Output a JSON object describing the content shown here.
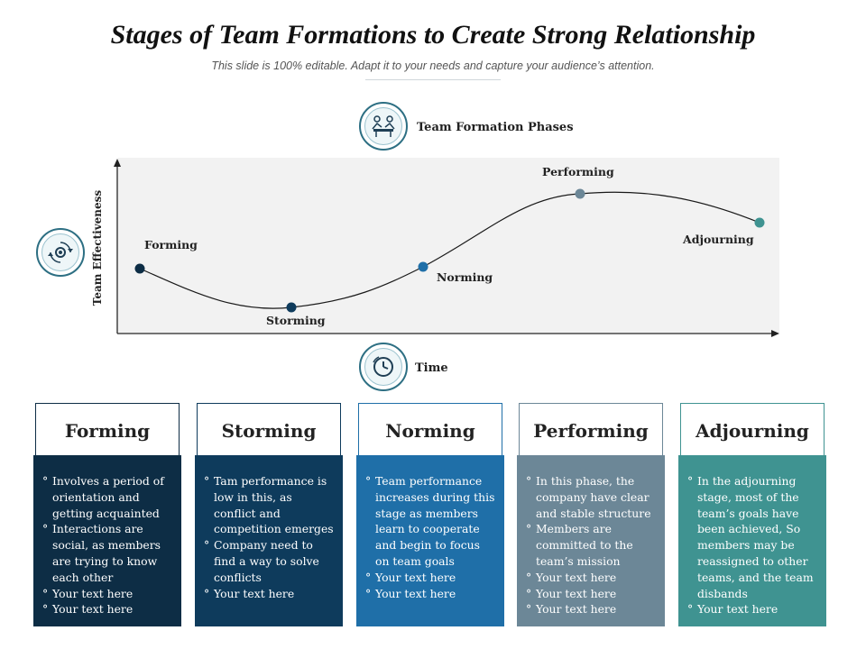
{
  "header": {
    "title": "Stages of Team Formations to Create Strong Relationship",
    "subtitle": "This slide is 100% editable. Adapt it to your needs and capture your audience’s attention."
  },
  "diagram": {
    "phases_label": "Team Formation Phases",
    "y_axis_label": "Team Effectiveness",
    "x_axis_label": "Time",
    "icons": {
      "phases": "team-meeting-icon",
      "y_axis": "gears-cycle-icon",
      "x_axis": "clock-icon"
    },
    "points": [
      {
        "label": "Forming",
        "color": "#0d2d45"
      },
      {
        "label": "Storming",
        "color": "#0e3b5c"
      },
      {
        "label": "Norming",
        "color": "#1f6fa8"
      },
      {
        "label": "Performing",
        "color": "#6c8797"
      },
      {
        "label": "Adjourning",
        "color": "#3f9391"
      }
    ]
  },
  "cards": [
    {
      "title": "Forming",
      "color": "#0d2d45",
      "bullets": [
        "Involves a period of orientation and getting acquainted",
        "Interactions are social, as members are trying to know each other",
        "Your text here",
        "Your text here"
      ]
    },
    {
      "title": "Storming",
      "color": "#0e3b5c",
      "bullets": [
        "Tam performance is low in this, as conflict and competition emerges",
        "Company need to find a way to solve conflicts",
        "Your text here"
      ]
    },
    {
      "title": "Norming",
      "color": "#1f6fa8",
      "bullets": [
        "Team performance increases during this stage as members learn to cooperate and begin to focus on team goals",
        "Your text here",
        "Your text here"
      ]
    },
    {
      "title": "Performing",
      "color": "#6c8797",
      "bullets": [
        "In this phase, the company have clear and stable structure",
        "Members are committed to the team’s mission",
        "Your text here",
        "Your text here",
        "Your text here"
      ]
    },
    {
      "title": "Adjourning",
      "color": "#3f9391",
      "bullets": [
        "In the adjourning stage, most of the team’s goals have been achieved, So members may be reassigned to other teams, and the team disbands",
        "Your text here"
      ]
    }
  ]
}
